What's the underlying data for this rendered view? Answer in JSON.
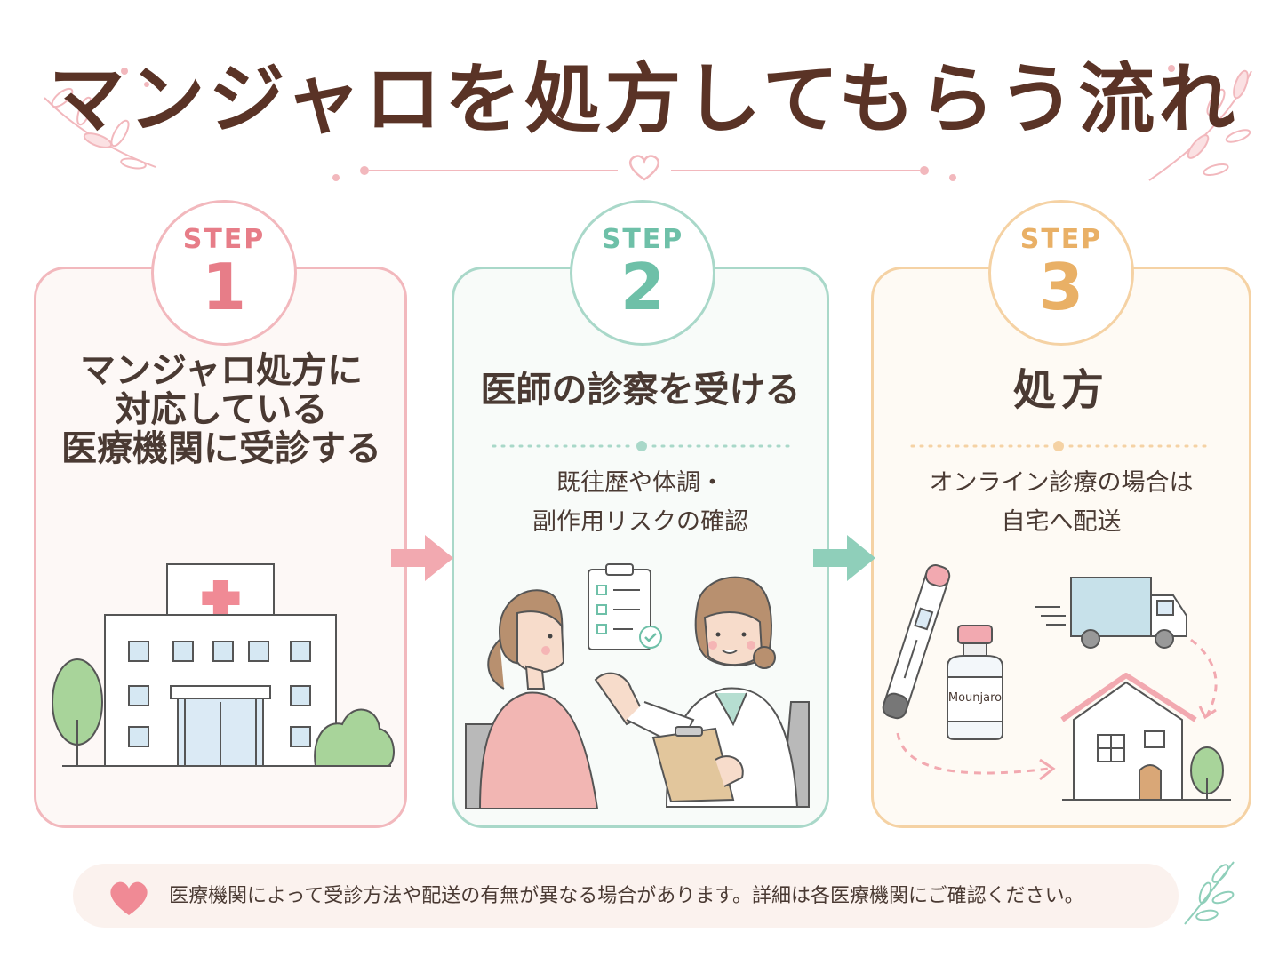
{
  "title": "マンジャロを処方してもらう流れ",
  "steps": [
    {
      "label": "STEP",
      "number": "1",
      "heading_lines": [
        "マンジャロ処方に",
        "対応している",
        "医療機関に受診する"
      ],
      "color": "#e77d88"
    },
    {
      "label": "STEP",
      "number": "2",
      "heading": "医師の診察を受ける",
      "desc_lines": [
        "既往歴や体調・",
        "副作用リスクの確認"
      ],
      "color": "#6ec0a8"
    },
    {
      "label": "STEP",
      "number": "3",
      "heading": "処方",
      "desc_lines": [
        "オンライン診療の場合は",
        "自宅へ配送"
      ],
      "color": "#e9b066",
      "vial_label": "Mounjaro"
    }
  ],
  "footer": {
    "text": "医療機関によって受診方法や配送の有無が異なる場合があります。詳細は各医療機関にご確認ください。"
  },
  "icons": [
    "heart-icon",
    "leaf-branch-icon",
    "arrow-right-icon",
    "hospital-icon",
    "clipboard-checklist-icon",
    "patient-icon",
    "doctor-icon",
    "injection-pen-icon",
    "vial-icon",
    "delivery-truck-icon",
    "house-icon"
  ],
  "colors": {
    "title": "#5a3326",
    "step1": "#e77d88",
    "step2": "#6ec0a8",
    "step3": "#e9b066",
    "footer_bg": "#fbf2ee"
  }
}
